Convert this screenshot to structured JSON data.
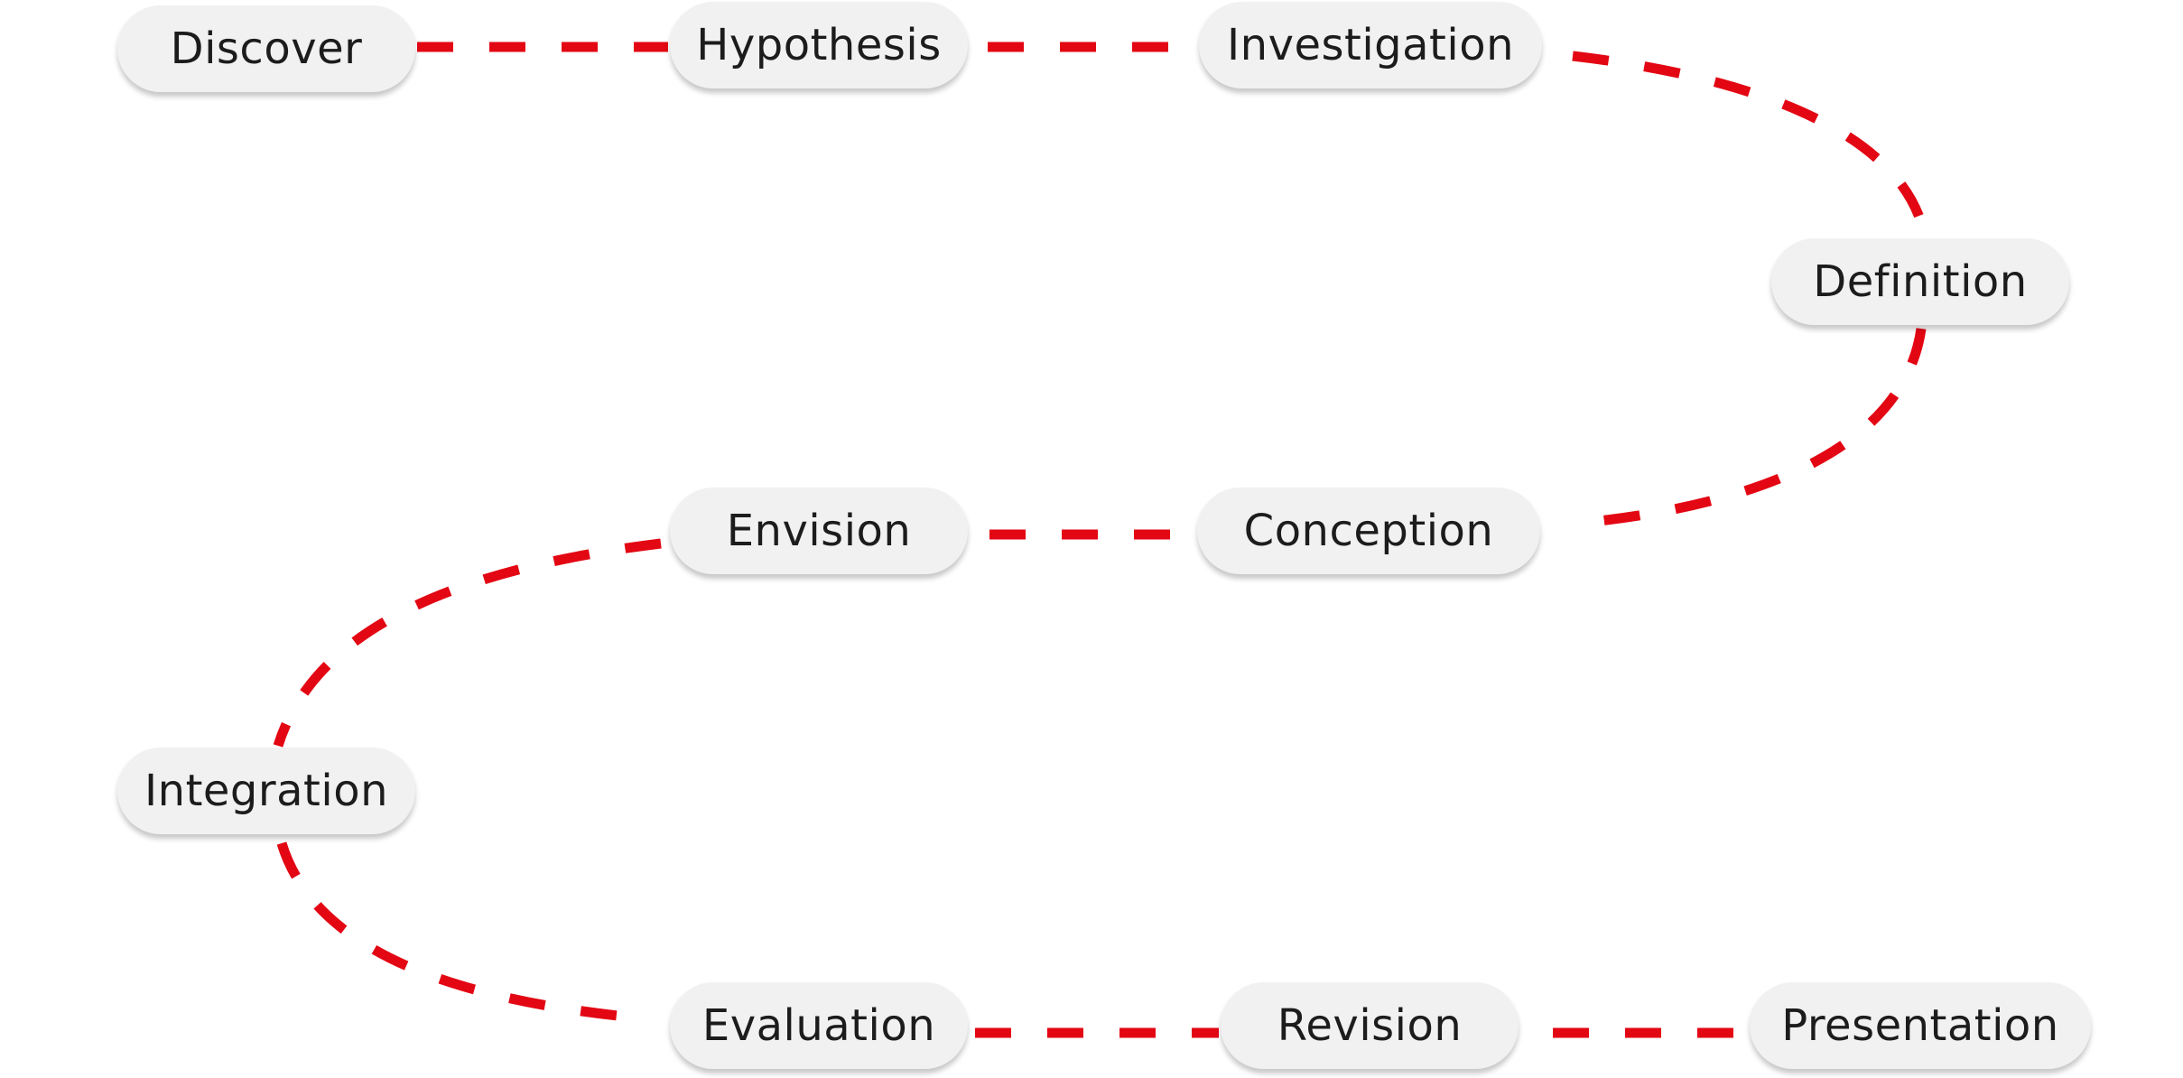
{
  "diagram": {
    "accent_color": "#e30613",
    "node_fill": "#f1f1f1",
    "nodes": [
      {
        "id": "discover",
        "label": "Discover"
      },
      {
        "id": "hypothesis",
        "label": "Hypothesis"
      },
      {
        "id": "investigation",
        "label": "Investigation"
      },
      {
        "id": "definition",
        "label": "Definition"
      },
      {
        "id": "conception",
        "label": "Conception"
      },
      {
        "id": "envision",
        "label": "Envision"
      },
      {
        "id": "integration",
        "label": "Integration"
      },
      {
        "id": "evaluation",
        "label": "Evaluation"
      },
      {
        "id": "revision",
        "label": "Revision"
      },
      {
        "id": "presentation",
        "label": "Presentation"
      }
    ],
    "edges": [
      {
        "from": "discover",
        "to": "hypothesis",
        "style": "dashed"
      },
      {
        "from": "hypothesis",
        "to": "investigation",
        "style": "dashed"
      },
      {
        "from": "investigation",
        "to": "definition",
        "style": "dashed"
      },
      {
        "from": "definition",
        "to": "conception",
        "style": "dashed"
      },
      {
        "from": "conception",
        "to": "envision",
        "style": "dashed"
      },
      {
        "from": "envision",
        "to": "integration",
        "style": "dashed"
      },
      {
        "from": "integration",
        "to": "evaluation",
        "style": "dashed"
      },
      {
        "from": "evaluation",
        "to": "revision",
        "style": "dashed"
      },
      {
        "from": "revision",
        "to": "presentation",
        "style": "dashed"
      }
    ]
  }
}
